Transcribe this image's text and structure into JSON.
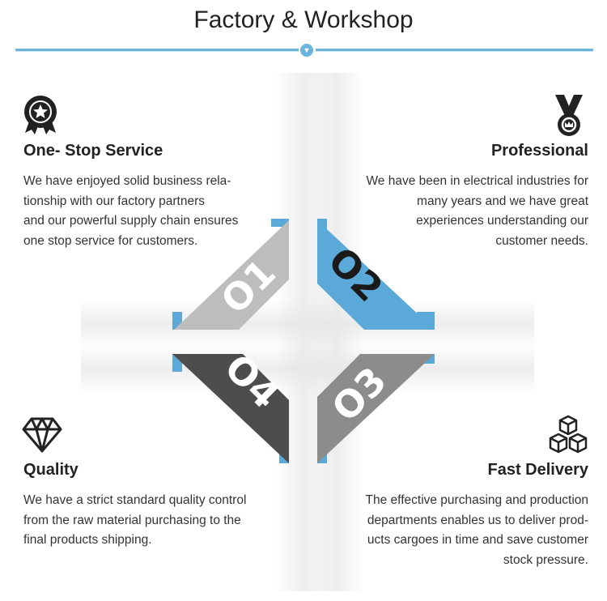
{
  "header": {
    "title": "Factory & Workshop"
  },
  "sections": [
    {
      "icon": "award-ribbon-icon",
      "title": "One- Stop Service",
      "lines": [
        "We have enjoyed solid business rela-",
        "tionship with our factory partners",
        "and our powerful supply chain ensures",
        "one stop service for customers."
      ]
    },
    {
      "icon": "medal-icon",
      "title": "Professional",
      "lines": [
        "We have been in electrical industries for",
        "many years and we have great",
        "experiences understanding our",
        "customer needs."
      ]
    },
    {
      "icon": "diamond-icon",
      "title": "Quality",
      "lines": [
        "We have a strict standard quality control",
        "from the raw material purchasing to the",
        "final products shipping."
      ]
    },
    {
      "icon": "cubes-icon",
      "title": "Fast Delivery",
      "lines": [
        "The effective purchasing and production",
        "departments enables us to deliver prod-",
        "ucts cargoes in time and save customer",
        "stock pressure."
      ]
    }
  ],
  "tiles": [
    "O1",
    "O2",
    "O3",
    "O4"
  ],
  "colors": {
    "accent": "#5aa9d8",
    "tile1": "#bdbdbd",
    "tile2": "#5aa9d8",
    "tile3": "#8c8c8c",
    "tile4": "#4d4d4d"
  }
}
